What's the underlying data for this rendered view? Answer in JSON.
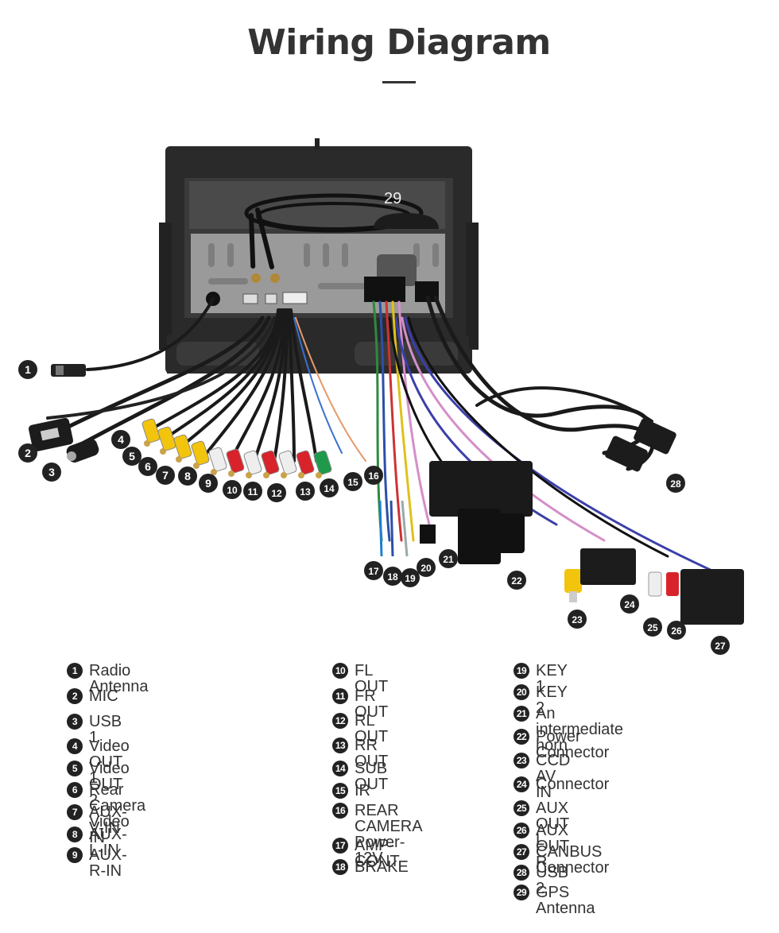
{
  "header": {
    "title": "Wiring Diagram"
  },
  "photo": {
    "label": "29"
  },
  "legend": {
    "col1": [
      {
        "n": "1",
        "label": "Radio Antenna"
      },
      {
        "n": "2",
        "label": "MIC"
      },
      {
        "n": "3",
        "label": "USB 1"
      },
      {
        "n": "4",
        "label": "Video OUT 1"
      },
      {
        "n": "5",
        "label": "Video OUT 2"
      },
      {
        "n": "6",
        "label": "Rear Camera Video IN"
      },
      {
        "n": "7",
        "label": "AUX-V-IN"
      },
      {
        "n": "8",
        "label": "AUX-L-IN"
      },
      {
        "n": "9",
        "label": "AUX-R-IN"
      }
    ],
    "col2": [
      {
        "n": "10",
        "label": "FL OUT"
      },
      {
        "n": "11",
        "label": "FR OUT"
      },
      {
        "n": "12",
        "label": "RL OUT"
      },
      {
        "n": "13",
        "label": "RR OUT"
      },
      {
        "n": "14",
        "label": "SUB OUT"
      },
      {
        "n": "15",
        "label": "IR"
      },
      {
        "n": "16",
        "label": "REAR CAMERA\nPower-12V"
      },
      {
        "n": "17",
        "label": "AMP-CONT"
      },
      {
        "n": "18",
        "label": "BRAKE"
      }
    ],
    "col3": [
      {
        "n": "19",
        "label": "KEY 1"
      },
      {
        "n": "20",
        "label": "KEY 2"
      },
      {
        "n": "21",
        "label": "An intermediate horn"
      },
      {
        "n": "22",
        "label": "Power Connector"
      },
      {
        "n": "23",
        "label": "CCD AV IN"
      },
      {
        "n": "24",
        "label": "Connector"
      },
      {
        "n": "25",
        "label": "AUX OUT L"
      },
      {
        "n": "26",
        "label": "AUX OUT R"
      },
      {
        "n": "27",
        "label": "CANBUS Connector"
      },
      {
        "n": "28",
        "label": "USB 2"
      },
      {
        "n": "29",
        "label": "GPS Antenna"
      }
    ]
  },
  "callouts": [
    "1",
    "2",
    "3",
    "4",
    "5",
    "6",
    "7",
    "8",
    "9",
    "10",
    "11",
    "12",
    "13",
    "14",
    "15",
    "16",
    "17",
    "18",
    "19",
    "20",
    "21",
    "22",
    "23",
    "24",
    "25",
    "26",
    "27",
    "28"
  ],
  "colors": {
    "yellow_rca": "#f2c40c",
    "white_rca": "#eeeeee",
    "red_rca": "#d8232a",
    "green_rca": "#1f9a4a",
    "cable_black": "#1a1a1a",
    "unit_dark": "#2a2a2a",
    "chassis_metal": "#9a9a9a"
  }
}
